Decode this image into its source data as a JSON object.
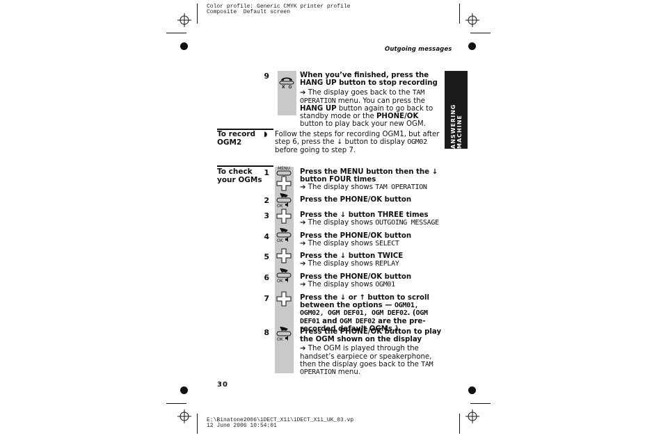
{
  "slug": {
    "line1": "Color profile: Generic CMYK printer profile",
    "line2": "Composite  Default screen"
  },
  "footer_slug": {
    "line1": "E:\\Binatone2006\\iDECT_X1i\\iDECT_X1i_UK_03.vp",
    "line2": "12 June 2006 10:54:01"
  },
  "running_header": "Outgoing messages",
  "side_tab": "ANSWERING MACHINE",
  "page_number": "30",
  "step9": {
    "number": "9",
    "instruction_pre": "When you’ve finished, press the ",
    "instruction_bold": "HANG UP",
    "instruction_post": " button to stop recording",
    "result_arrow": "➔",
    "result_1": " The display goes back to the ",
    "result_lcd": "TAM OPERATION",
    "result_2": " menu. You can press the ",
    "result_bold1": "HANG UP",
    "result_3": " button again to go back to standby mode or the ",
    "result_bold2": "PHONE/OK",
    "result_4": " button to play back your new OGM."
  },
  "record_ogm2": {
    "label_line1": "To record",
    "label_line2": "OGM2",
    "bullet": "◗",
    "text_1": "Follow the steps for recording OGM1, but after step 6, press the ",
    "arrow": "↓",
    "text_2": " button to display ",
    "lcd": "OGM02",
    "text_3": " before going to step 7."
  },
  "check_ogms": {
    "label_line1": "To check",
    "label_line2": "your OGMs",
    "menu_icon_label": "MENU",
    "ok_icon_label": "OK",
    "steps": [
      {
        "n": "1",
        "pre": "Press the ",
        "b1": "MENU",
        "mid": " button then the ",
        "arrow": "↓",
        "post": " button FOUR times",
        "result_arrow": "➔",
        "result_text": " The display shows ",
        "lcd": "TAM OPERATION"
      },
      {
        "n": "2",
        "pre": "Press the ",
        "b1": "PHONE",
        "slash": "/",
        "b2": "OK",
        "post": " button"
      },
      {
        "n": "3",
        "pre": "Press the ",
        "arrow": "↓",
        "post": " button THREE times",
        "result_arrow": "➔",
        "result_text": " The display shows ",
        "lcd": "OUTGOING MESSAGE"
      },
      {
        "n": "4",
        "pre": "Press the ",
        "b1": "PHONE",
        "slash": "/",
        "b2": "OK",
        "post": " button",
        "result_arrow": "➔",
        "result_text": " The display shows ",
        "lcd": "SELECT"
      },
      {
        "n": "5",
        "pre": "Press the ",
        "arrow": "↓",
        "post": " button TWICE",
        "result_arrow": "➔",
        "result_text": " The display shows ",
        "lcd": "REPLAY"
      },
      {
        "n": "6",
        "pre": "Press the ",
        "b1": "PHONE",
        "slash": "/",
        "b2": "OK",
        "post": " button",
        "result_arrow": "➔",
        "result_text": " The display shows ",
        "lcd": "OGM01"
      },
      {
        "n": "7",
        "pre": "Press the ",
        "arrow": "↓",
        "or": " or ",
        "arrow2": "↑",
        "post": " button to scroll between the options — ",
        "lcd1": "OGM01, OGM02, OGM DEF01, OGM DEF02",
        "post2": ". (",
        "lcd2": "OGM DEF01",
        "and": " and ",
        "lcd3": "OGM DEF02",
        "post3": " are the pre-recorded default OGMs.)"
      },
      {
        "n": "8",
        "pre": "Press the ",
        "b1": "PHONE",
        "slash": "/",
        "b2": "OK",
        "post": " button to play the OGM shown on the display",
        "result_arrow": "➔",
        "result_text": " The OGM is played through the handset’s earpiece or speakerphone, then the display goes back to the ",
        "lcd": "TAM OPERATION",
        "result_tail": " menu."
      }
    ]
  }
}
